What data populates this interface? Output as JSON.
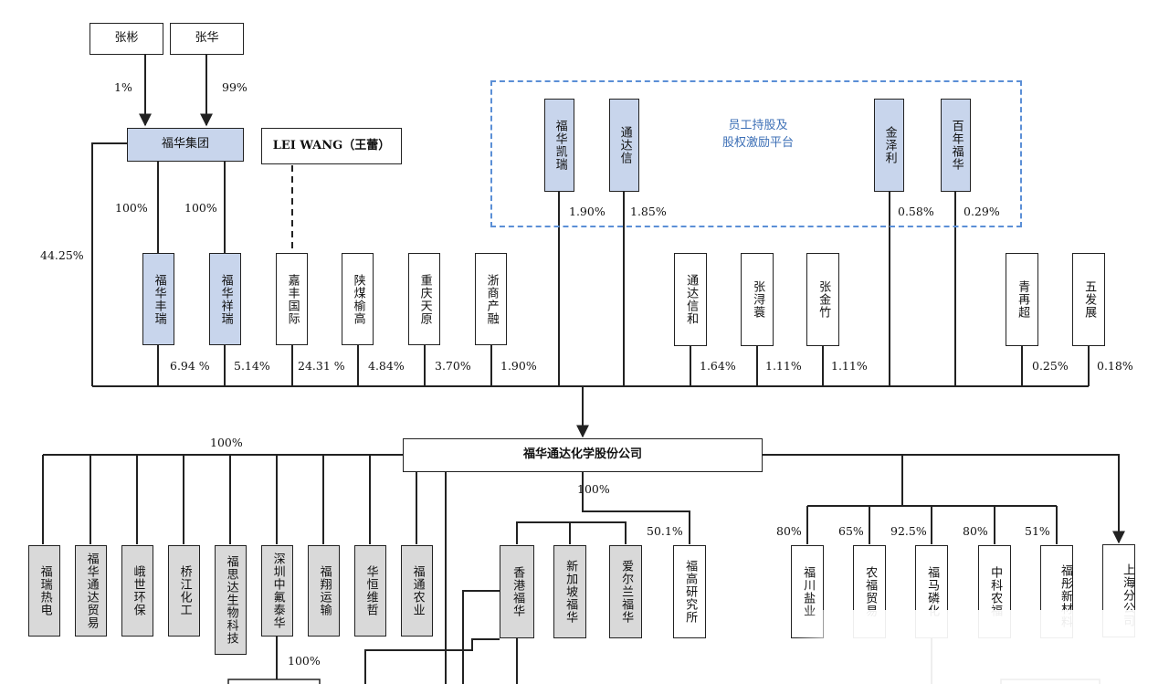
{
  "top_shareholders": {
    "zhang_bin": "张彬",
    "zhang_hua": "张华",
    "pct_zhang_bin": "1%",
    "pct_zhang_hua": "99%"
  },
  "fuhua_group": {
    "label": "福华集团",
    "pct_direct": "44.25%",
    "pct_fengrui": "100%",
    "pct_xiangrui": "100%"
  },
  "lei_wang": {
    "label": "LEI WANG（王蕾）"
  },
  "platform": {
    "title_line1": "员工持股及",
    "title_line2": "股权激励平台",
    "members": [
      {
        "label": "福华凯瑞",
        "pct": "1.90%"
      },
      {
        "label": "通达信",
        "pct": "1.85%"
      },
      {
        "label": "金泽利",
        "pct": "0.58%"
      },
      {
        "label": "百年福华",
        "pct": "0.29%"
      }
    ]
  },
  "shareholders": [
    {
      "label": "福华丰瑞",
      "pct": "6.94 %"
    },
    {
      "label": "福华祥瑞",
      "pct": "5.14%"
    },
    {
      "label": "嘉丰国际",
      "pct": "24.31 %"
    },
    {
      "label": "陕煤榆高",
      "pct": "4.84%"
    },
    {
      "label": "重庆天原",
      "pct": "3.70%"
    },
    {
      "label": "浙商产融",
      "pct": "1.90%"
    },
    {
      "label": "通达信和",
      "pct": "1.64%"
    },
    {
      "label": "张浔蓑",
      "pct": "1.11%"
    },
    {
      "label": "张金竹",
      "pct": "1.11%"
    },
    {
      "label": "青再超",
      "pct": "0.25%"
    },
    {
      "label": "五发展",
      "pct": "0.18%"
    }
  ],
  "company": {
    "label": "福华通达化学股份公司"
  },
  "left_group": {
    "pct": "100%",
    "subs": [
      "福瑞热电",
      "福华通达贸易",
      "峨世环保",
      "桥江化工",
      "福思达生物科技",
      "深圳中氟泰华",
      "福翔运输",
      "华恒维哲",
      "福通农业"
    ],
    "shenzhen_pct": "100%"
  },
  "middle_group": {
    "pct": "100%",
    "subs": [
      "香港福华",
      "新加坡福华",
      "爱尔兰福华"
    ],
    "fugao": {
      "label": "福高研究所",
      "pct": "50.1%"
    }
  },
  "right_group": {
    "subs": [
      {
        "label": "福川盐业",
        "pct": "80%"
      },
      {
        "label": "农福贸易",
        "pct": "65%"
      },
      {
        "label": "福马磷化",
        "pct": "92.5%"
      },
      {
        "label": "中科农福",
        "pct": "80%"
      },
      {
        "label": "福彤新材料",
        "pct": "51%"
      }
    ],
    "shanghai": {
      "label": "上海分公司"
    }
  }
}
